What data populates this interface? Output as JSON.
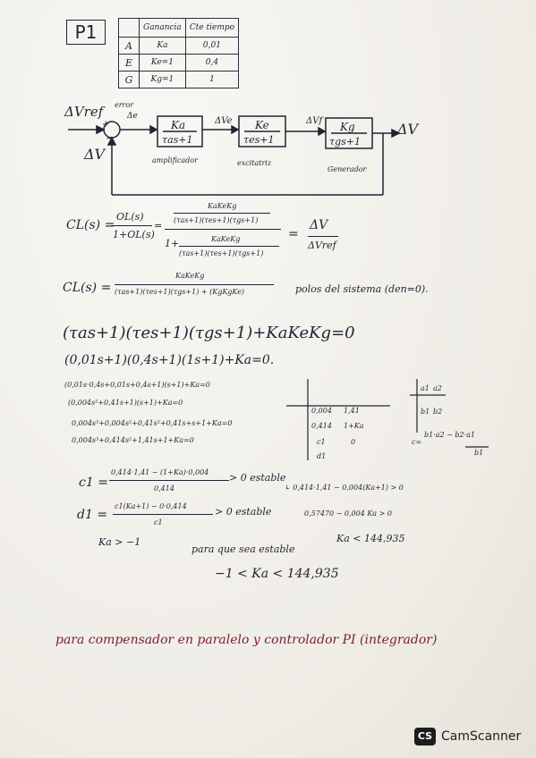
{
  "problem_tag": "P1",
  "table": {
    "headers": [
      "",
      "Ganancia",
      "Cte tiempo"
    ],
    "rows": [
      {
        "label": "A",
        "gain": "Ka",
        "tau": "0,01"
      },
      {
        "label": "E",
        "gain": "Ke=1",
        "tau": "0,4"
      },
      {
        "label": "G",
        "gain": "Kg=1",
        "tau": "1"
      }
    ]
  },
  "diagram": {
    "input": "ΔVref",
    "error": "error",
    "ve": "Δe",
    "input2": "ΔV",
    "sum_sign": "+",
    "sum_minus": "−",
    "block1_num": "Ka",
    "block1_den": "τas+1",
    "block1_caption": "amplificador",
    "signal1": "ΔVe",
    "block2_num": "Ke",
    "block2_den": "τes+1",
    "block2_caption": "excitatriz",
    "signal2": "ΔVf",
    "block3_num": "Kg",
    "block3_den": "τgs+1",
    "block3_caption": "Generador",
    "output": "ΔV"
  },
  "equations": {
    "cl_lhs": "CL(s) =",
    "cl_frac_num": "OL(s)",
    "cl_frac_den": "1+OL(s)",
    "cl_top_num": "KaKeKg",
    "cl_top_den": "(τas+1)(τes+1)(τgs+1)",
    "cl_bot_1": "1+",
    "cl_bot_num": "KaKeKg",
    "cl_bot_den": "(τas+1)(τes+1)(τgs+1)",
    "cl_eq": "=",
    "cl_rhs_num": "ΔV",
    "cl_rhs_den": "ΔVref",
    "cl2_lhs": "CL(s) =",
    "cl2_num": "KaKeKg",
    "cl2_den": "(τas+1)(τes+1)(τgs+1) + (KgKgKe)",
    "poles_note": "polos del sistema (den=0).",
    "char1": "(τas+1)(τes+1)(τgs+1)+KaKeKg=0",
    "char2": "(0,01s+1)(0,4s+1)(1s+1)+Ka=0.",
    "exp1": "(0,01s·0,4s+0,01s+0,4s+1)(s+1)+Ka=0",
    "exp2": "(0,004s²+0,41s+1)(s+1)+Ka=0",
    "exp3": "0,004s³+0,004s²+0,41s²+0,41s+s+1+Ka=0",
    "exp4": "0,004s³+0,414s²+1,41s+1+Ka=0"
  },
  "routh": {
    "c1r1": "0,004",
    "c2r1": "1,41",
    "c1r2": "0,414",
    "c2r2": "1+Ka",
    "c1r3": "c1",
    "c2r3": "0",
    "c1r4": "d1",
    "aux_r1_a": "a1",
    "aux_r1_b": "a2",
    "aux_r2_a": "b1",
    "aux_r2_b": "b2",
    "aux_formula": "c=",
    "aux_num": "b1·a2 − b2·a1",
    "aux_den": "b1"
  },
  "stability": {
    "c1_lhs": "c1 =",
    "c1_num": "0,414·1,41 − (1+Ka)·0,004",
    "c1_den": "0,414",
    "c1_cond": "> 0 estable",
    "c1_arrow": "↳ 0,414·1,41 − 0,004(Ka+1) > 0",
    "c1_simpl": "0,57470 − 0,004 Ka > 0",
    "c1_result": "Ka < 144,935",
    "d1_lhs": "d1 =",
    "d1_num": "c1(Ka+1) − 0·0,414",
    "d1_den": "c1",
    "d1_cond": "> 0 estable",
    "d1_result": "Ka > −1",
    "para_que": "para que sea estable",
    "final_range": "−1 < Ka < 144,935"
  },
  "footer_note": "para compensador en paralelo y controlador PI (integrador)",
  "watermark": {
    "logo": "CS",
    "text": "CamScanner"
  }
}
